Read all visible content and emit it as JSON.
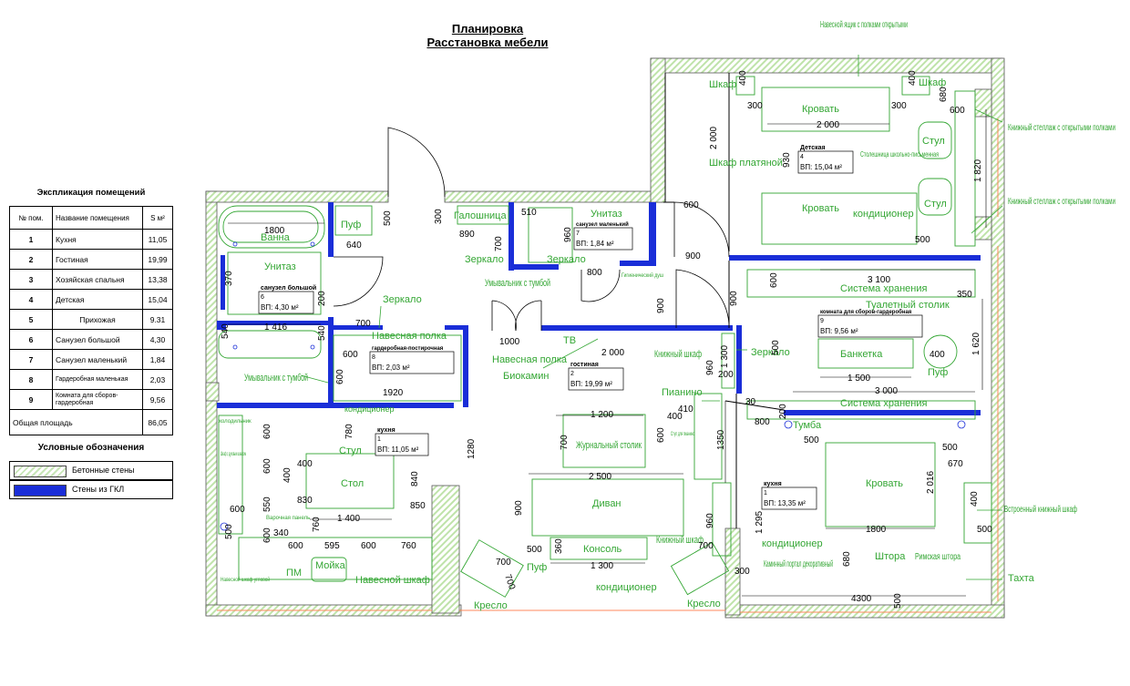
{
  "title": {
    "line1": "Планировка",
    "line2": "Расстановка мебели"
  },
  "explication": {
    "title": "Экспликация помещений",
    "headers": {
      "num": "№ пом.",
      "name": "Название помещения",
      "area": "S м²"
    },
    "rows": [
      {
        "num": "1",
        "name": "Кухня",
        "area": "11,05"
      },
      {
        "num": "2",
        "name": "Гостиная",
        "area": "19,99"
      },
      {
        "num": "3",
        "name": "Хозяйская спальня",
        "area": "13,38"
      },
      {
        "num": "4",
        "name": "Детская",
        "area": "15,04"
      },
      {
        "num": "5",
        "name": "Прихожая",
        "area": "9.31"
      },
      {
        "num": "6",
        "name": "Санузел большой",
        "area": "4,30"
      },
      {
        "num": "7",
        "name": "Санузел маленький",
        "area": "1,84"
      },
      {
        "num": "8",
        "name": "Гардеробная маленькая",
        "area": "2,03"
      },
      {
        "num": "9",
        "name": "Комната для сборов-гардеробная",
        "area": "9,56"
      }
    ],
    "total": {
      "label": "Общая площадь",
      "area": "86,05"
    }
  },
  "legend": {
    "title": "Условные обозначения",
    "items": [
      {
        "label": "Бетонные стены"
      },
      {
        "label": "Стены из ГКЛ"
      }
    ]
  },
  "colors": {
    "concrete_wall": "#c8e6b8",
    "gkl_wall": "#1a2ed8",
    "annotation": "#33a633",
    "window": "#ff8a5c"
  },
  "rooms": [
    {
      "id": "kitchen",
      "name": "кухня",
      "num": "1",
      "vp": "ВП: 11,05 м²"
    },
    {
      "id": "living",
      "name": "гостиная",
      "num": "2",
      "vp": "ВП: 19,99 м²"
    },
    {
      "id": "master",
      "name": "кухня",
      "num": "1",
      "vp": "ВП: 13,35 м²"
    },
    {
      "id": "kids",
      "name": "Детская",
      "num": "4",
      "vp": "ВП: 15,04 м²"
    },
    {
      "id": "bath-big",
      "name": "санузел большой",
      "num": "6",
      "vp": "ВП:   4,30 м²"
    },
    {
      "id": "bath-small",
      "name": "санузел маленький",
      "num": "7",
      "vp": "ВП:   1,84 м²"
    },
    {
      "id": "wardrobe-small",
      "name": "гардеробная-постирочная",
      "num": "8",
      "vp": "ВП:   2,03 м²"
    },
    {
      "id": "dressing",
      "name": "комната для сборов-гардеробная",
      "num": "9",
      "vp": "ВП:          9,56 м²"
    }
  ],
  "labels": {
    "shelf_box": "Навесной ящик с полками открытыми",
    "wardrobe": "Шкаф",
    "bed": "Кровать",
    "chair": "Стул",
    "bookcase": "Книжный стеллаж с открытыми полками",
    "desk": "Столешница школьно-письменная",
    "dress_wardrobe": "Шкаф платяной",
    "aircon": "кондиционер",
    "storage": "Система хранения",
    "toilet_table": "Туалетный столик",
    "pouf": "Пуф",
    "banquette": "Банкетка",
    "mirror": "Зеркало",
    "bath": "Ванна",
    "toilet": "Унитаз",
    "sink": "Умывальник с тумбой",
    "shoe_rack": "Галошница",
    "wall_shelf": "Навесная полка",
    "biofireplace": "Биокамин",
    "tv": "ТВ",
    "book_wardrobe": "Книжный шкаф",
    "piano": "Пианино",
    "coffee_table": "Журнальный столик",
    "sofa": "Диван",
    "console": "Консоль",
    "armchair": "Кресло",
    "table": "Стол",
    "sink_kitchen": "Мойка",
    "wall_cabinet": "Навесной шкаф",
    "fridge": "ПМ",
    "cooktop": "Варочная панель",
    "oven_cabinet": "Шкаф с духовым шкафом",
    "fireplace_portal": "Каминный портал декоративный",
    "builtin_bookcase": "Встроенный книжный шкаф",
    "curtain": "Штора",
    "roman_curtain": "Римская штора",
    "tahta": "Тахта",
    "bedside": "Тумба",
    "stool_piano": "Стул для пианино",
    "hygienic_shower": "Гигиенический душ",
    "fridge_label": "холодильник",
    "wall_cabinet_corner": "Навесной шкаф угловой"
  },
  "dims": {
    "d2000": "2 000",
    "d300": "300",
    "d400": "400",
    "d680": "680",
    "d600": "600",
    "d930": "930",
    "d1820": "1 820",
    "d1800": "1800",
    "d500": "500",
    "d640": "640",
    "d890": "890",
    "d510": "510",
    "d960": "960",
    "d700": "700",
    "d800": "800",
    "d900": "900",
    "d3100": "3 100",
    "d350": "350",
    "d1620": "1 620",
    "d1500": "1 500",
    "d3000": "3 000",
    "d1416": "1 416",
    "d370": "370",
    "d540": "540",
    "d1920": "1920",
    "d1000": "1000",
    "d1200": "1 200",
    "d2500": "2 500",
    "d1300": "1 300",
    "d1350": "1350",
    "d1280": "1280",
    "d780": "780",
    "d840": "840",
    "d850": "850",
    "d830": "830",
    "d550": "550",
    "d1400": "1 400",
    "d760": "760",
    "d595": "595",
    "d340": "340",
    "d2016": "2 016",
    "d670": "670",
    "d1295": "1 295",
    "d4300": "4300",
    "d410": "410",
    "d200": "200",
    "d30": "30",
    "d360": "360"
  }
}
